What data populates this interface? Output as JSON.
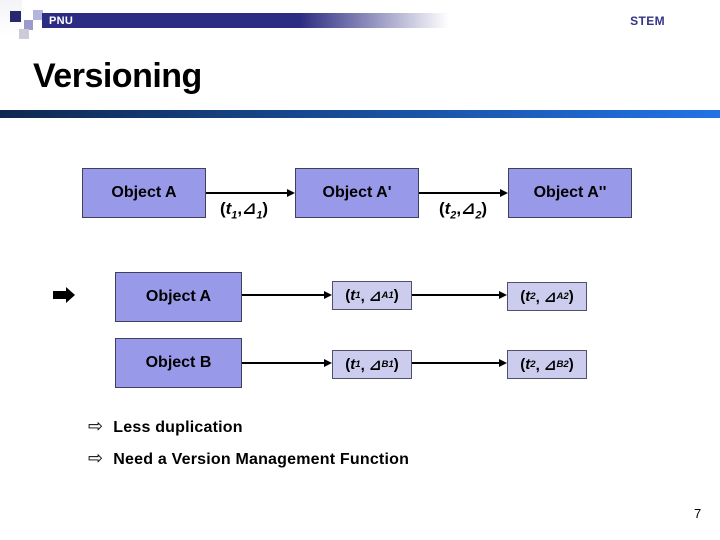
{
  "slide": {
    "header": {
      "left": "PNU",
      "right": "STEM"
    },
    "title": "Versioning",
    "page_number": "7"
  },
  "diagram": {
    "chain": {
      "boxes": [
        {
          "label": "Object A"
        },
        {
          "label": "Object A'"
        },
        {
          "label": "Object A''"
        }
      ],
      "arrow_labels": [
        {
          "open": "(",
          "t": "t",
          "t_sub": "1",
          "mid": ",⊿",
          "d_sub": "1",
          "close": ")"
        },
        {
          "open": "(",
          "t": "t",
          "t_sub": "2",
          "mid": ",⊿",
          "d_sub": "2",
          "close": ")"
        }
      ]
    },
    "rows": [
      {
        "object": "Object A",
        "deltas": [
          {
            "open": "(",
            "t": "t",
            "t_sub": "1",
            "mid": ", ⊿",
            "d_sub": "A1",
            "close": ")"
          },
          {
            "open": "(",
            "t": "t",
            "t_sub": "2",
            "mid": ", ⊿",
            "d_sub": "A2",
            "close": ")"
          }
        ]
      },
      {
        "object": "Object B",
        "deltas": [
          {
            "open": "(",
            "t": "t",
            "t_sub": "1",
            "mid": ", ⊿",
            "d_sub": "B1",
            "close": ")"
          },
          {
            "open": "(",
            "t": "t",
            "t_sub": "2",
            "mid": ", ⊿",
            "d_sub": "B2",
            "close": ")"
          }
        ]
      }
    ]
  },
  "bullets": [
    {
      "marker": "⇨",
      "text": "Less duplication"
    },
    {
      "marker": "⇨",
      "text": "Need a Version Management Function"
    }
  ],
  "colors": {
    "header_navy": "#2c2c82",
    "rule_left": "#0f2850",
    "rule_right": "#2273e6",
    "object_box_fill": "#9999ea",
    "object_box_border": "#40405e",
    "delta_box_fill": "#ccccee",
    "delta_box_border": "#50506a",
    "header_right_text": "#333388"
  }
}
